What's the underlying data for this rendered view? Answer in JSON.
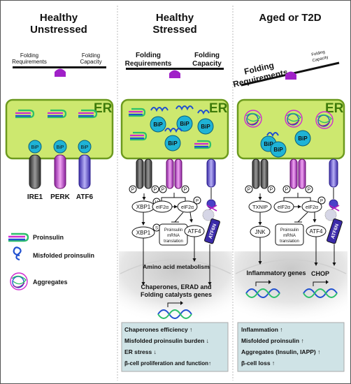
{
  "columns": [
    {
      "title_line1": "Healthy",
      "title_line2": "Unstressed",
      "folding_req": "Folding\nRequirements",
      "folding_cap": "Folding\nCapacity"
    },
    {
      "title_line1": "Healthy",
      "title_line2": "Stressed",
      "folding_req": "Folding\nRequirements",
      "folding_cap": "Folding\nCapacity"
    },
    {
      "title_line1": "Aged or T2D",
      "title_line2": "",
      "folding_req": "Folding\nRequirements",
      "folding_cap": "Folding\nCapacity"
    }
  ],
  "er_label": "ER",
  "bip": "BiP",
  "p": "P",
  "u": "U",
  "s": "S",
  "sensors": [
    "IRE1",
    "PERK",
    "ATF6"
  ],
  "legend": [
    {
      "label": "Proinsulin",
      "icon": "proinsulin-icon"
    },
    {
      "label": "Misfolded proinsulin",
      "icon": "misfolded-proinsulin-icon"
    },
    {
      "label": "Aggregates",
      "icon": "aggregate-icon"
    }
  ],
  "stressed": {
    "xbp1": "XBP1",
    "eif2a": "eIF2α",
    "atf4": "ATF4",
    "atf6n": "ATF6N",
    "translation_l1": "Proinsulin",
    "translation_l2": "mRNA",
    "translation_l3": "translation",
    "amino": "Amino acid metabolism",
    "genes_l1": "Chaperones, ERAD and",
    "genes_l2": "Folding catalysts genes",
    "outcomes": [
      "Chaperones efficiency ↑",
      "Misfolded proinsulin burden ↓",
      "ER stress ↓",
      "β-cell proliferation and function↑"
    ]
  },
  "aged": {
    "txnip": "TXNIP",
    "eif2a": "eIF2α",
    "atf4": "ATF4",
    "jnk": "JNK",
    "atf6n": "ATF6N",
    "translation_l1": "Proinsulin",
    "translation_l2": "mRNA",
    "translation_l3": "translation",
    "inflammatory": "Inflammatory genes",
    "chop": "CHOP",
    "outcomes": [
      "Inflammation ↑",
      "Misfolded proinsulin ↑",
      "Aggregates (Insulin, IAPP) ↑",
      "β-cell loss ↑"
    ]
  },
  "colors": {
    "er_fill": "#cde86f",
    "er_stroke": "#6c9a1e",
    "er_text": "#3d7a0a",
    "bip": "#1fb3d6",
    "perk": "#c23fc4",
    "atf6": "#5a4dd6",
    "fulcrum": "#a020c8",
    "outcome_box": "#cfe3e6"
  }
}
